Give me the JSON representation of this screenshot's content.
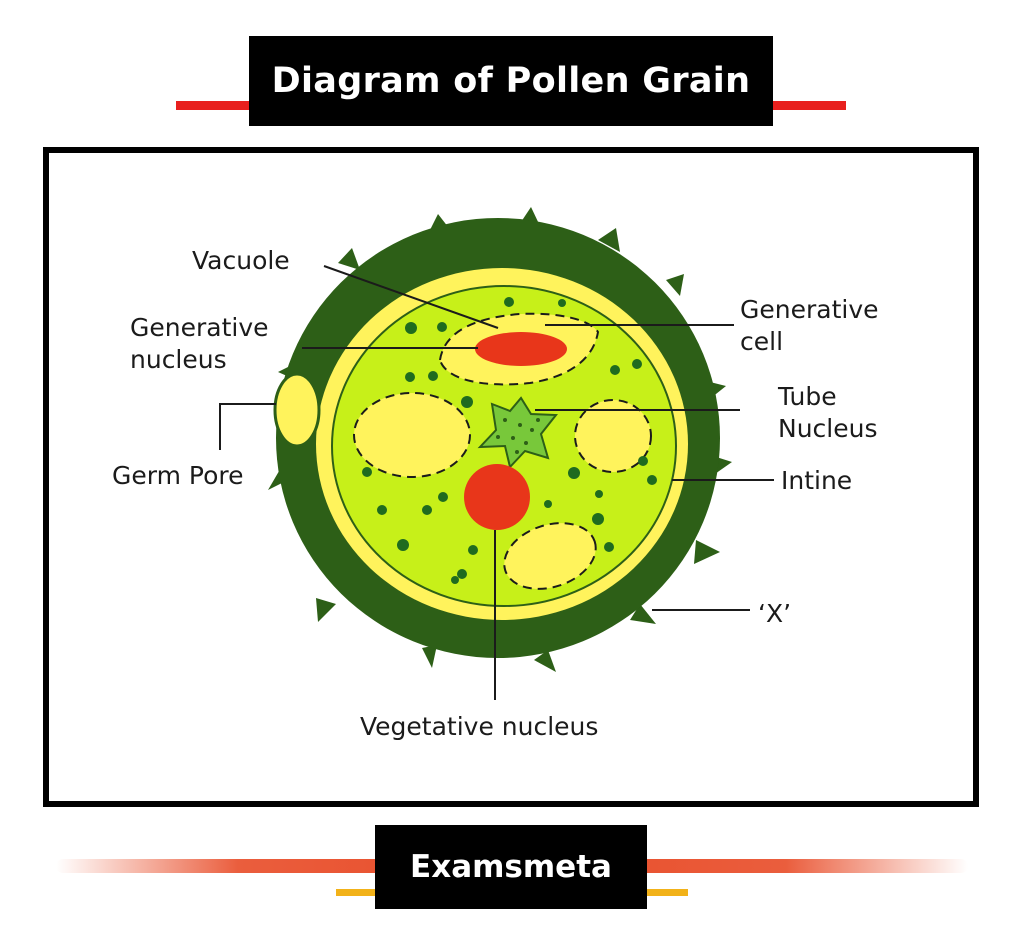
{
  "header": {
    "title": "Diagram of Pollen Grain"
  },
  "diagram": {
    "labels": {
      "vacuole": "Vacuole",
      "generative_nucleus_line1": "Generative",
      "generative_nucleus_line2": "nucleus",
      "germ_pore": "Germ Pore",
      "generative_cell_line1": "Generative",
      "generative_cell_line2": "cell",
      "tube_nucleus_line1": "Tube",
      "tube_nucleus_line2": "Nucleus",
      "intine": "Intine",
      "x": "‘X’",
      "vegetative_nucleus": "Vegetative nucleus"
    },
    "colors": {
      "exine": "#2d5f17",
      "intine": "#fff35c",
      "cytoplasm": "#c7f019",
      "vacuole": "#fff35c",
      "nucleus": "#e8361a",
      "tube_nucleus": "#78c83a",
      "granule": "#1f6b1f"
    }
  },
  "footer": {
    "brand": "Examsmeta"
  }
}
